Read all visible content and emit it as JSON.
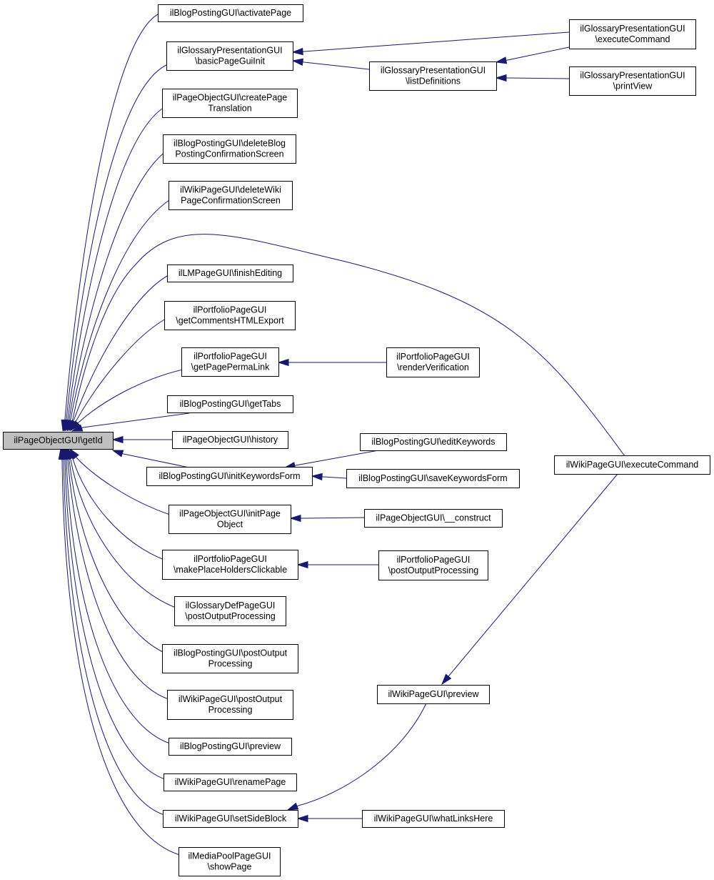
{
  "graph": {
    "title": "",
    "edge_color": "#191970",
    "root_fill": "#bfbfbf",
    "nodes": [
      {
        "id": "getId",
        "lines": [
          "ilPageObjectGUI\\getId"
        ],
        "root": true
      },
      {
        "id": "activatePage",
        "lines": [
          "ilBlogPostingGUI\\activatePage"
        ]
      },
      {
        "id": "basicPageGuiInit",
        "lines": [
          "ilGlossaryPresentationGUI",
          "\\basicPageGuiInit"
        ]
      },
      {
        "id": "createPageTranslation",
        "lines": [
          "ilPageObjectGUI\\createPage",
          "Translation"
        ]
      },
      {
        "id": "deleteBlogPostingConfirmationScreen",
        "lines": [
          "ilBlogPostingGUI\\deleteBlog",
          "PostingConfirmationScreen"
        ]
      },
      {
        "id": "deleteWikiPageConfirmationScreen",
        "lines": [
          "ilWikiPageGUI\\deleteWiki",
          "PageConfirmationScreen"
        ]
      },
      {
        "id": "finishEditing",
        "lines": [
          "ilLMPageGUI\\finishEditing"
        ]
      },
      {
        "id": "getCommentsHTMLExport",
        "lines": [
          "ilPortfolioPageGUI",
          "\\getCommentsHTMLExport"
        ]
      },
      {
        "id": "getPagePermaLink",
        "lines": [
          "ilPortfolioPageGUI",
          "\\getPagePermaLink"
        ]
      },
      {
        "id": "getTabs",
        "lines": [
          "ilBlogPostingGUI\\getTabs"
        ]
      },
      {
        "id": "history",
        "lines": [
          "ilPageObjectGUI\\history"
        ]
      },
      {
        "id": "initKeywordsForm",
        "lines": [
          "ilBlogPostingGUI\\initKeywordsForm"
        ]
      },
      {
        "id": "initPageObject",
        "lines": [
          "ilPageObjectGUI\\initPage",
          "Object"
        ]
      },
      {
        "id": "makePlaceHoldersClickable",
        "lines": [
          "ilPortfolioPageGUI",
          "\\makePlaceHoldersClickable"
        ]
      },
      {
        "id": "glossaryPostOutputProcessing",
        "lines": [
          "ilGlossaryDefPageGUI",
          "\\postOutputProcessing"
        ]
      },
      {
        "id": "blogPostOutputProcessing",
        "lines": [
          "ilBlogPostingGUI\\postOutput",
          "Processing"
        ]
      },
      {
        "id": "wikiPostOutputProcessing",
        "lines": [
          "ilWikiPageGUI\\postOutput",
          "Processing"
        ]
      },
      {
        "id": "blogPreview",
        "lines": [
          "ilBlogPostingGUI\\preview"
        ]
      },
      {
        "id": "renamePage",
        "lines": [
          "ilWikiPageGUI\\renamePage"
        ]
      },
      {
        "id": "setSideBlock",
        "lines": [
          "ilWikiPageGUI\\setSideBlock"
        ]
      },
      {
        "id": "showPage",
        "lines": [
          "ilMediaPoolPageGUI",
          "\\showPage"
        ]
      },
      {
        "id": "listDefinitions",
        "lines": [
          "ilGlossaryPresentationGUI",
          "\\listDefinitions"
        ]
      },
      {
        "id": "glossaryExecuteCommand",
        "lines": [
          "ilGlossaryPresentationGUI",
          "\\executeCommand"
        ]
      },
      {
        "id": "printView",
        "lines": [
          "ilGlossaryPresentationGUI",
          "\\printView"
        ]
      },
      {
        "id": "renderVerification",
        "lines": [
          "ilPortfolioPageGUI",
          "\\renderVerification"
        ]
      },
      {
        "id": "wikiExecuteCommand",
        "lines": [
          "ilWikiPageGUI\\executeCommand"
        ]
      },
      {
        "id": "editKeywords",
        "lines": [
          "ilBlogPostingGUI\\editKeywords"
        ]
      },
      {
        "id": "saveKeywordsForm",
        "lines": [
          "ilBlogPostingGUI\\saveKeywordsForm"
        ]
      },
      {
        "id": "construct",
        "lines": [
          "ilPageObjectGUI\\__construct"
        ]
      },
      {
        "id": "portfolioPostOutputProcessing",
        "lines": [
          "ilPortfolioPageGUI",
          "\\postOutputProcessing"
        ]
      },
      {
        "id": "wikiPreview",
        "lines": [
          "ilWikiPageGUI\\preview"
        ]
      },
      {
        "id": "whatLinksHere",
        "lines": [
          "ilWikiPageGUI\\whatLinksHere"
        ]
      }
    ],
    "edges": [
      {
        "from": "activatePage",
        "to": "getId"
      },
      {
        "from": "basicPageGuiInit",
        "to": "getId"
      },
      {
        "from": "createPageTranslation",
        "to": "getId"
      },
      {
        "from": "deleteBlogPostingConfirmationScreen",
        "to": "getId"
      },
      {
        "from": "deleteWikiPageConfirmationScreen",
        "to": "getId"
      },
      {
        "from": "wikiExecuteCommand",
        "to": "getId"
      },
      {
        "from": "finishEditing",
        "to": "getId"
      },
      {
        "from": "getCommentsHTMLExport",
        "to": "getId"
      },
      {
        "from": "getPagePermaLink",
        "to": "getId"
      },
      {
        "from": "getTabs",
        "to": "getId"
      },
      {
        "from": "history",
        "to": "getId"
      },
      {
        "from": "initKeywordsForm",
        "to": "getId"
      },
      {
        "from": "initPageObject",
        "to": "getId"
      },
      {
        "from": "makePlaceHoldersClickable",
        "to": "getId"
      },
      {
        "from": "glossaryPostOutputProcessing",
        "to": "getId"
      },
      {
        "from": "blogPostOutputProcessing",
        "to": "getId"
      },
      {
        "from": "wikiPostOutputProcessing",
        "to": "getId"
      },
      {
        "from": "blogPreview",
        "to": "getId"
      },
      {
        "from": "renamePage",
        "to": "getId"
      },
      {
        "from": "setSideBlock",
        "to": "getId"
      },
      {
        "from": "showPage",
        "to": "getId"
      },
      {
        "from": "glossaryExecuteCommand",
        "to": "basicPageGuiInit"
      },
      {
        "from": "listDefinitions",
        "to": "basicPageGuiInit"
      },
      {
        "from": "glossaryExecuteCommand",
        "to": "listDefinitions"
      },
      {
        "from": "printView",
        "to": "listDefinitions"
      },
      {
        "from": "renderVerification",
        "to": "getPagePermaLink"
      },
      {
        "from": "editKeywords",
        "to": "initKeywordsForm"
      },
      {
        "from": "saveKeywordsForm",
        "to": "initKeywordsForm"
      },
      {
        "from": "construct",
        "to": "initPageObject"
      },
      {
        "from": "portfolioPostOutputProcessing",
        "to": "makePlaceHoldersClickable"
      },
      {
        "from": "wikiPreview",
        "to": "wikiExecuteCommand"
      },
      {
        "from": "wikiPreview",
        "to": "setSideBlock"
      },
      {
        "from": "whatLinksHere",
        "to": "setSideBlock"
      }
    ]
  }
}
